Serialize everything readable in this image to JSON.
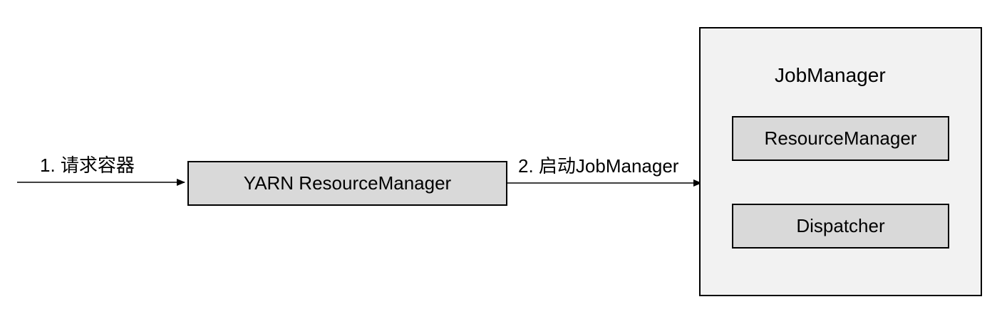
{
  "edges": {
    "request_container": "1. 请求容器",
    "start_jobmanager": "2. 启动JobManager"
  },
  "nodes": {
    "yarn_resource_manager": "YARN ResourceManager",
    "job_manager": {
      "title": "JobManager",
      "resource_manager": "ResourceManager",
      "dispatcher": "Dispatcher"
    }
  },
  "colors": {
    "box_fill": "#d9d9d9",
    "container_fill": "#f2f2f2",
    "stroke": "#000000"
  }
}
